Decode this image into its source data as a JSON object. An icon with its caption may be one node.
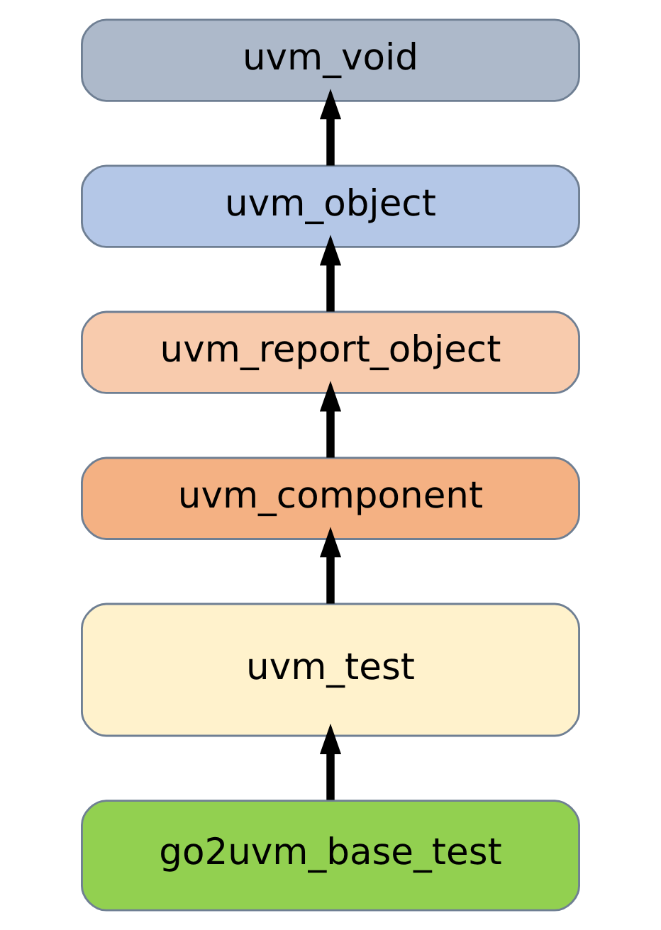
{
  "diagram": {
    "nodes": [
      {
        "text": [
          "uvm_void"
        ]
      },
      {
        "text": [
          "uvm_object"
        ]
      },
      {
        "text": [
          "uvm_report_object"
        ]
      },
      {
        "text": [
          "uvm_component"
        ]
      },
      {
        "text": [
          "uvm_test"
        ]
      },
      {
        "text": [
          "go2uvm_base_test"
        ]
      }
    ],
    "edges": [
      {
        "from": 1,
        "to": 0,
        "arrow": "to"
      },
      {
        "from": 2,
        "to": 1,
        "arrow": "to"
      },
      {
        "from": 3,
        "to": 2,
        "arrow": "to"
      },
      {
        "from": 4,
        "to": 3,
        "arrow": "to"
      },
      {
        "from": 5,
        "to": 4,
        "arrow": "to"
      }
    ]
  }
}
